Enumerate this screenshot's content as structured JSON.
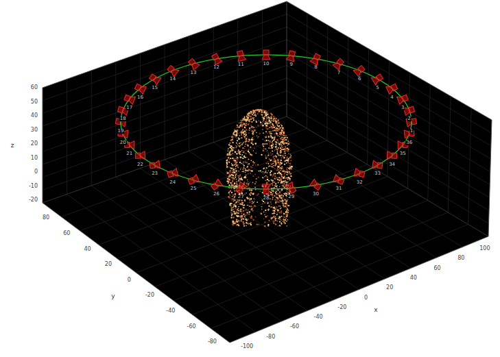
{
  "diagram": {
    "labels": [
      "60",
      "50",
      "40",
      "30",
      "20",
      "10",
      "0",
      "-10",
      "-20",
      "z",
      "80",
      "60",
      "40",
      "20",
      "0",
      "-20",
      "-40",
      "-60",
      "-80",
      "y",
      "-100",
      "-80",
      "-60",
      "-40",
      "-20",
      "0",
      "20",
      "40",
      "60",
      "80",
      "100",
      "x",
      "1",
      "2",
      "3",
      "4",
      "5",
      "6",
      "7",
      "8",
      "9",
      "10",
      "11",
      "12",
      "13",
      "14",
      "15",
      "16",
      "17",
      "18",
      "19",
      "20",
      "21",
      "22",
      "23",
      "24",
      "25",
      "26",
      "27",
      "28",
      "29",
      "30",
      "31",
      "32",
      "33",
      "34",
      "35",
      "36"
    ]
  }
}
